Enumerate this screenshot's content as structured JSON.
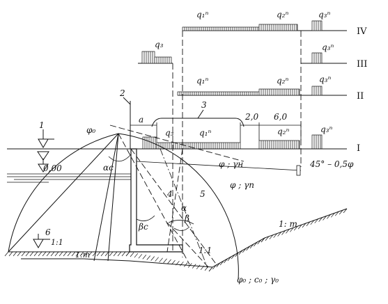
{
  "labels": {
    "level_roman": [
      "IV",
      "III",
      "II",
      "I"
    ],
    "q_load": {
      "IV": [
        "q₁ⁿ",
        "q₂ⁿ",
        "q₃ⁿ"
      ],
      "III": [
        "q₃",
        "q₃ⁿ"
      ],
      "II": [
        "q₁ⁿ",
        "q₂ⁿ",
        "q₃ⁿ"
      ],
      "I": [
        "q₃",
        "q₁ⁿ",
        "q₂ⁿ",
        "q₃ⁿ"
      ]
    },
    "item_numbers": [
      "1",
      "2",
      "3",
      "4",
      "5",
      "6"
    ],
    "dim_a": "a",
    "dim_2": "2,0",
    "dim_6": "6,0",
    "angle_formula": "45° – 0,5φ",
    "water_level": "0,00",
    "phi0_top": "φ₀",
    "alpha_c": "αc",
    "beta_c": "βc",
    "alpha": "α",
    "beta": "β",
    "phi_gamma_n_upper": "φ ; γн",
    "phi_gamma_n": "φ ; γn",
    "slope_11_left": "1:1",
    "slope_11_right": "1:1",
    "slope_m_left": "1:m",
    "slope_m_right": "1: m",
    "soil_base": "φ₀ ; c₀ ; γ₀"
  }
}
